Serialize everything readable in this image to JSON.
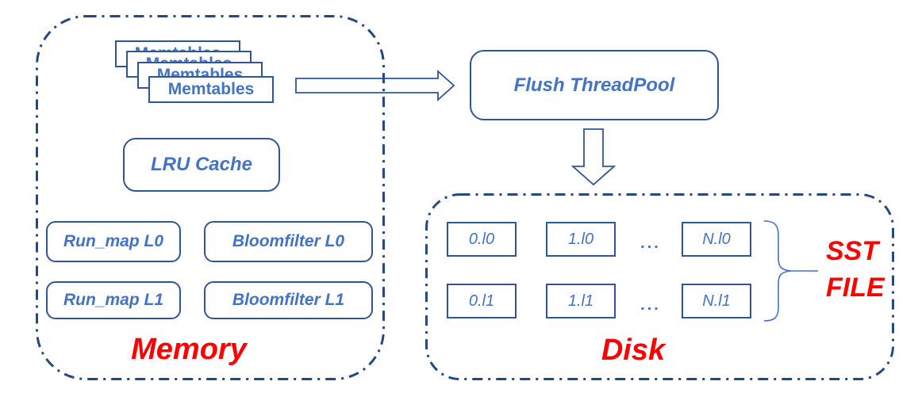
{
  "colors": {
    "region_border_navy": "#254880",
    "box_border_blue": "#2F5597",
    "text_blue": "#4472C4",
    "label_red": "#FF0000"
  },
  "memory": {
    "region_label": "Memory",
    "memtables_label": "Memtables",
    "lru_cache_label": "LRU Cache",
    "run_map_l0_label": "Run_map L0",
    "bloomfilter_l0_label": "Bloomfilter L0",
    "run_map_l1_label": "Run_map L1",
    "bloomfilter_l1_label": "Bloomfilter L1"
  },
  "flush": {
    "label": "Flush ThreadPool"
  },
  "disk": {
    "region_label": "Disk",
    "files": {
      "row0": [
        "0.l0",
        "1.l0",
        "N.l0"
      ],
      "row1": [
        "0.l1",
        "1.l1",
        "N.l1"
      ],
      "ellipsis": "..."
    },
    "sst_file": [
      "SST",
      "FILE"
    ]
  }
}
